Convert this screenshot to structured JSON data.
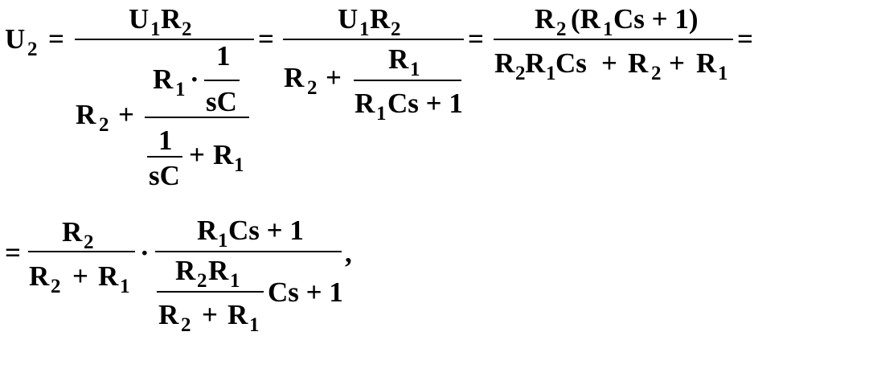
{
  "formula": {
    "line1": {
      "lhs_symbol": "U",
      "lhs_sub": "2",
      "eq1": "=",
      "f1": {
        "num": {
          "a": "U",
          "a_sub": "1",
          "b": "R",
          "b_sub": "2"
        },
        "den_R": "R",
        "den_R_sub": "2",
        "den_plus": "+",
        "inner": {
          "num_R": "R",
          "num_R_sub": "1",
          "num_dot": "·",
          "num_frac_num": "1",
          "num_frac_den": "sC",
          "den_frac_num": "1",
          "den_frac_den": "sC",
          "den_plus": "+",
          "den_R": "R",
          "den_R_sub": "1"
        }
      },
      "eq2": "=",
      "f2": {
        "num": {
          "a": "U",
          "a_sub": "1",
          "b": "R",
          "b_sub": "2"
        },
        "den_R": "R",
        "den_R_sub": "2",
        "den_plus": "+",
        "inner_num_R": "R",
        "inner_num_R_sub": "1",
        "inner_den_R": "R",
        "inner_den_R_sub": "1",
        "inner_den_rest": "Cs + 1"
      },
      "eq3": "=",
      "f3": {
        "num_R": "R",
        "num_R_sub": "2",
        "num_paren_open": "(R",
        "num_paren_sub": "1",
        "num_paren_rest": "Cs + 1)",
        "den_R1": "R",
        "den_R1_sub": "2",
        "den_R2": "R",
        "den_R2_sub": "1",
        "den_Cs": "Cs",
        "den_plus1": "+",
        "den_R3": "R",
        "den_R3_sub": "2",
        "den_plus2": "+",
        "den_R4": "R",
        "den_R4_sub": "1"
      },
      "eq4": "="
    },
    "line2": {
      "eq": "=",
      "f4": {
        "num_R": "R",
        "num_R_sub": "2",
        "den_R1": "R",
        "den_R1_sub": "2",
        "den_plus": "+",
        "den_R2": "R",
        "den_R2_sub": "1"
      },
      "dot": "·",
      "f5": {
        "num_R": "R",
        "num_R_sub": "1",
        "num_rest": "Cs + 1",
        "inner_num_R1": "R",
        "inner_num_R1_sub": "2",
        "inner_num_R2": "R",
        "inner_num_R2_sub": "1",
        "inner_den_R1": "R",
        "inner_den_R1_sub": "2",
        "inner_den_plus": "+",
        "inner_den_R2": "R",
        "inner_den_R2_sub": "1",
        "tail": "Cs + 1"
      },
      "comma": ","
    }
  }
}
